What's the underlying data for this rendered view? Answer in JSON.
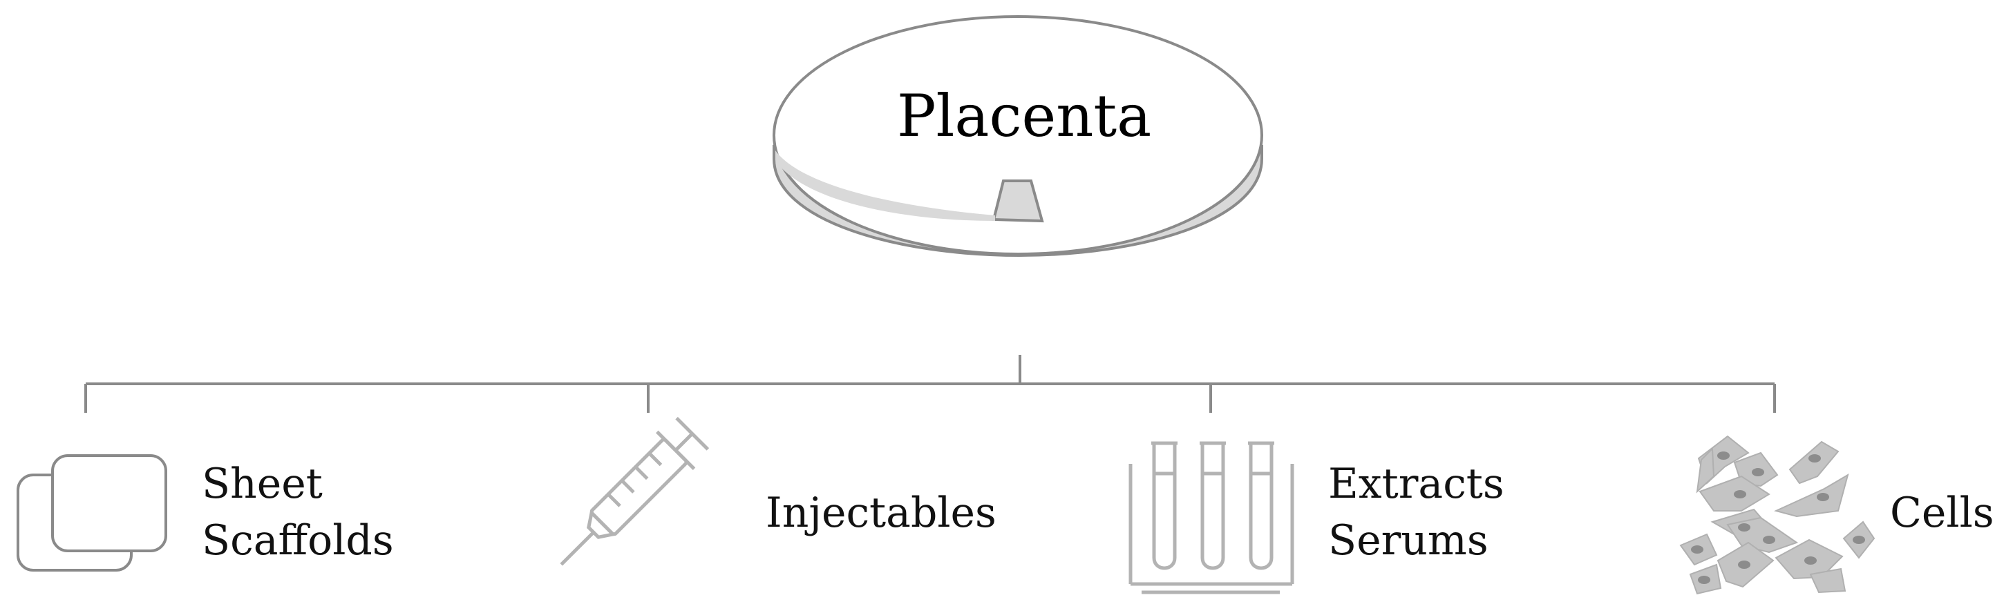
{
  "root": {
    "label": "Placenta"
  },
  "branches": [
    {
      "id": "sheet-scaffolds",
      "lines": [
        "Sheet",
        "Scaffolds"
      ],
      "icon": "overlapping-sheets-icon"
    },
    {
      "id": "injectables",
      "lines": [
        "Injectables"
      ],
      "icon": "syringe-icon"
    },
    {
      "id": "extracts-serums",
      "lines": [
        "Extracts",
        "Serums"
      ],
      "icon": "test-tubes-icon"
    },
    {
      "id": "cells",
      "lines": [
        "Cells"
      ],
      "icon": "cells-icon"
    }
  ],
  "colors": {
    "stroke": "#8a8a8a",
    "fill": "#d9d9d9",
    "icon": "#b3b3b3",
    "text": "#111111"
  }
}
